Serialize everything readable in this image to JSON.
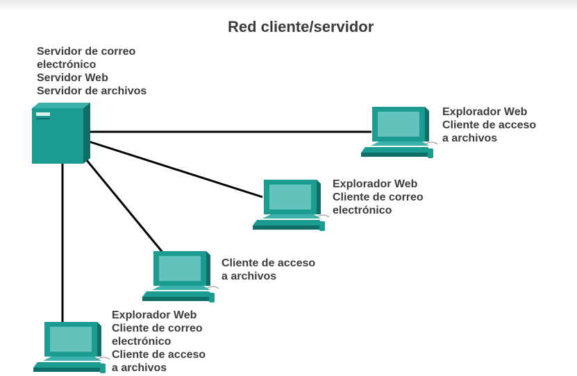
{
  "title": "Red cliente/servidor",
  "colors": {
    "device": "#1c9b91",
    "device_dark": "#0d6f68",
    "screen": "#63c3bc",
    "line": "#000000",
    "text": "#3c3c3c"
  },
  "server": {
    "label_lines": [
      "Servidor de correo",
      "electrónico",
      "Servidor Web",
      "Servidor de archivos"
    ]
  },
  "clients": [
    {
      "label_lines": [
        "Explorador Web",
        "Cliente de acceso",
        "a archivos"
      ]
    },
    {
      "label_lines": [
        "Explorador Web",
        "Cliente de correo",
        "electrónico"
      ]
    },
    {
      "label_lines": [
        "Cliente de acceso",
        "a archivos"
      ]
    },
    {
      "label_lines": [
        "Explorador Web",
        "Cliente de correo",
        "electrónico",
        "Cliente de acceso",
        "a archivos"
      ]
    }
  ]
}
